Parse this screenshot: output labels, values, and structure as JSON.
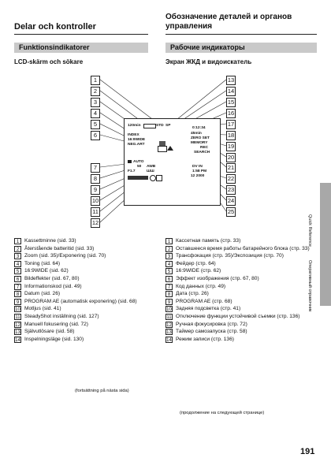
{
  "left_header": {
    "title": "Delar och kontroller",
    "band": "Funktionsindikatorer",
    "subhead": "LCD-skärm och sökare"
  },
  "right_header": {
    "title_line1": "Обозначение деталей и органов",
    "title_line2": "управления",
    "band": "Рабочие индикаторы",
    "subhead": "Экран ЖКД и видоискатель"
  },
  "screen_text": {
    "battery": "120min",
    "std": "STD",
    "icon_p": "P",
    "sp": "SP",
    "counter": "0:12:34",
    "rec_time": "45min",
    "zero": "ZERO SET",
    "memory": "MEMORY",
    "rec": "REC",
    "search": "SEARCH",
    "index": "INDEX",
    "wide": "16:9WIDE",
    "neg": "NEG.ART",
    "auto": "AUTO",
    "awb": "AWB",
    "f": "F1.7",
    "shutter": "ШШ",
    "dv_in": "DV IN",
    "date": "1:58 PM",
    "date2": "12 2000",
    "fifty": "50"
  },
  "callouts_left": [
    "1",
    "2",
    "3",
    "4",
    "5",
    "6",
    "7",
    "8",
    "9",
    "10",
    "11",
    "12"
  ],
  "callouts_right": [
    "13",
    "14",
    "15",
    "16",
    "17",
    "18",
    "19",
    "20",
    "21",
    "22",
    "23",
    "24",
    "25"
  ],
  "left_list": [
    {
      "num": "1",
      "text": "Kassettminne (sid. 33)"
    },
    {
      "num": "2",
      "text": "Återstående batteritid (sid. 33)"
    },
    {
      "num": "3",
      "text": "Zoom (sid. 35)/Exponering (sid. 70)"
    },
    {
      "num": "4",
      "text": "Toning (sid. 64)"
    },
    {
      "num": "5",
      "text": "16:9WIDE (sid. 62)"
    },
    {
      "num": "6",
      "text": "Bildeffekter (sid. 67, 80)"
    },
    {
      "num": "7",
      "text": "Informationskod (sid. 49)"
    },
    {
      "num": "8",
      "text": "Datum (sid. 26)"
    },
    {
      "num": "9",
      "text": "PROGRAM AE (automatisk exponering) (sid. 68)"
    },
    {
      "num": "10",
      "text": "Motljus (sid. 41)"
    },
    {
      "num": "11",
      "text": "SteadyShot inställning (sid. 127)"
    },
    {
      "num": "12",
      "text": "Manuell fokusering (sid. 72)"
    },
    {
      "num": "13",
      "text": "Självutlösare (sid. 58)"
    },
    {
      "num": "14",
      "text": "Inspelningsläge (sid. 130)"
    }
  ],
  "left_continuation": "(fortsättning på nästa sida)",
  "right_list": [
    {
      "num": "1",
      "text": "Кассетная память (стр. 33)"
    },
    {
      "num": "2",
      "text": "Оставшееся время работы батарейного блока (стр. 33)"
    },
    {
      "num": "3",
      "text": "Трансфокация (стр. 35)/Экспозиция (стр. 70)"
    },
    {
      "num": "4",
      "text": "Фейдер (стр. 64)"
    },
    {
      "num": "5",
      "text": "16:9WIDE (стр. 62)"
    },
    {
      "num": "6",
      "text": "Эффект изображения (стр. 67, 80)"
    },
    {
      "num": "7",
      "text": "Код данных (стр. 49)"
    },
    {
      "num": "8",
      "text": "Дата (стр. 26)"
    },
    {
      "num": "9",
      "text": "PROGRAM AE (стр. 68)"
    },
    {
      "num": "10",
      "text": "Задняя подсветка (стр. 41)"
    },
    {
      "num": "11",
      "text": "Отключение функции устойчивой съемки (стр. 136)"
    },
    {
      "num": "12",
      "text": "Ручная фокусировка (стр. 72)"
    },
    {
      "num": "13",
      "text": "Таймер самозапуска (стр. 58)"
    },
    {
      "num": "14",
      "text": "Режим записи (стр. 136)"
    }
  ],
  "right_continuation": "(продолжение на следующей странице)",
  "side_tab": {
    "text1": "Quick Reference",
    "text2": "Оперативный справочник"
  },
  "page_number": "191"
}
